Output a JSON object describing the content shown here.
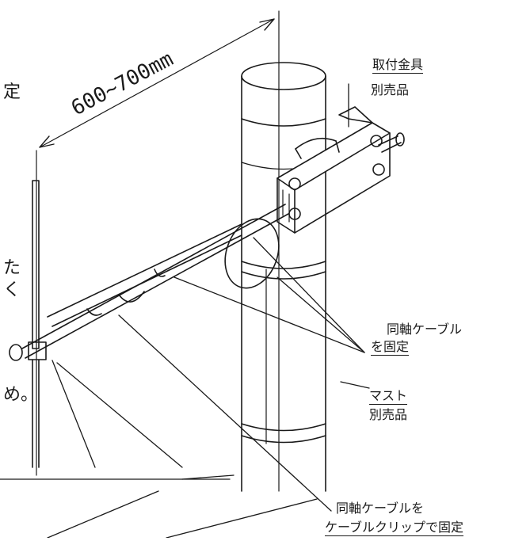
{
  "dimension": {
    "text": "600~700mm"
  },
  "labels": {
    "bracket_line1": "取付金具",
    "bracket_line2": "別売品",
    "coax_fix_line1": "同軸ケーブル",
    "coax_fix_line2": "を固定",
    "mast_line1": "マスト",
    "mast_line2": "別売品",
    "clip_line1": "同軸ケーブルを",
    "clip_line2": "ケーブルクリップで固定"
  },
  "edge_text": {
    "a": "定",
    "b": "た",
    "c": "く",
    "d": "め。"
  }
}
